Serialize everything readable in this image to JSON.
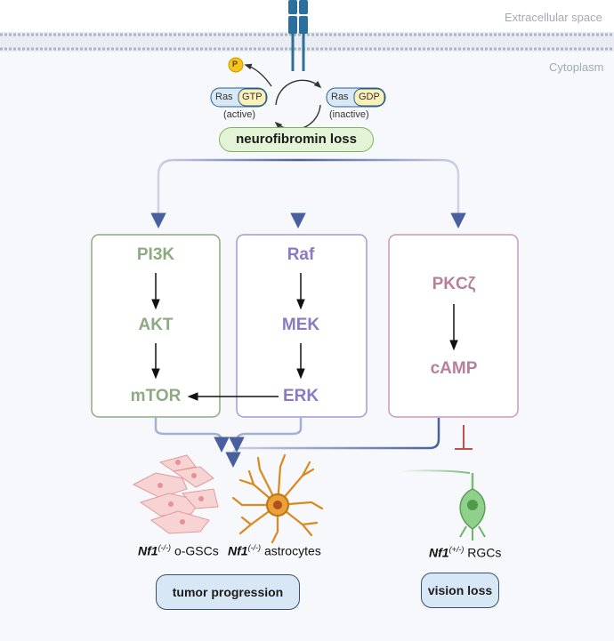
{
  "regions": {
    "extracellular": "Extracellular space",
    "cytoplasm": "Cytoplasm"
  },
  "ras_cycle": {
    "active_ras": "Ras",
    "active_gtp": "GTP",
    "active_label": "(active)",
    "inactive_ras": "Ras",
    "inactive_gdp": "GDP",
    "inactive_label": "(inactive)",
    "phosphate": "P"
  },
  "trigger": "neurofibromin loss",
  "pathways": {
    "pi3k": [
      "PI3K",
      "AKT",
      "mTOR"
    ],
    "mapk": [
      "Raf",
      "MEK",
      "ERK"
    ],
    "pkc": [
      "PKCζ",
      "cAMP"
    ]
  },
  "cells": {
    "gscs": {
      "gene": "Nf1",
      "genotype": "(-/-)",
      "name": " o-GSCs"
    },
    "astrocytes": {
      "gene": "Nf1",
      "genotype": "(-/-)",
      "name": " astrocytes"
    },
    "rgcs": {
      "gene": "Nf1",
      "genotype": "(+/-)",
      "name": " RGCs"
    }
  },
  "outcomes": {
    "tumor": "tumor progression",
    "vision": "vision loss"
  },
  "colors": {
    "blue_arrow": "#4a5f9e",
    "green_pathway": "#8eaa82",
    "purple_pathway": "#8a79c4",
    "pink_pathway": "#b87f9b",
    "inhibition": "#c0504d",
    "trigger_fill": "#e3f4d6",
    "outcome_fill": "#d7e7f5"
  }
}
